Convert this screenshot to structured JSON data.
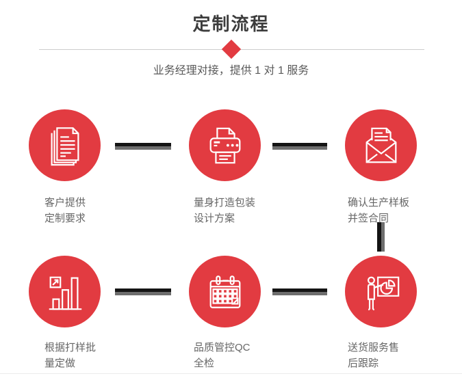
{
  "header": {
    "title": "定制流程",
    "subtitle": "业务经理对接，提供 1 对 1 服务"
  },
  "colors": {
    "accent_red": "#e23b41",
    "title_text": "#3c3c3c",
    "subtitle_text": "#595959",
    "label_text": "#666666",
    "divider_line": "#cccccc",
    "connector_dark": "#141414",
    "connector_gray": "#6e6e6e",
    "icon_stroke": "#ffffff"
  },
  "steps": [
    {
      "icon": "documents-icon",
      "label_line1": "客户提供",
      "label_line2": "定制要求"
    },
    {
      "icon": "printer-icon",
      "label_line1": "量身打造包装",
      "label_line2": "设计方案"
    },
    {
      "icon": "envelope-icon",
      "label_line1": "确认生产样板",
      "label_line2": "并签合同"
    },
    {
      "icon": "bar-chart-icon",
      "label_line1": "根据打样批",
      "label_line2": "量定做"
    },
    {
      "icon": "calendar-icon",
      "label_line1": "品质管控QC",
      "label_line2": "全检"
    },
    {
      "icon": "presentation-icon",
      "label_line1": "送货服务售",
      "label_line2": "后跟踪"
    }
  ]
}
